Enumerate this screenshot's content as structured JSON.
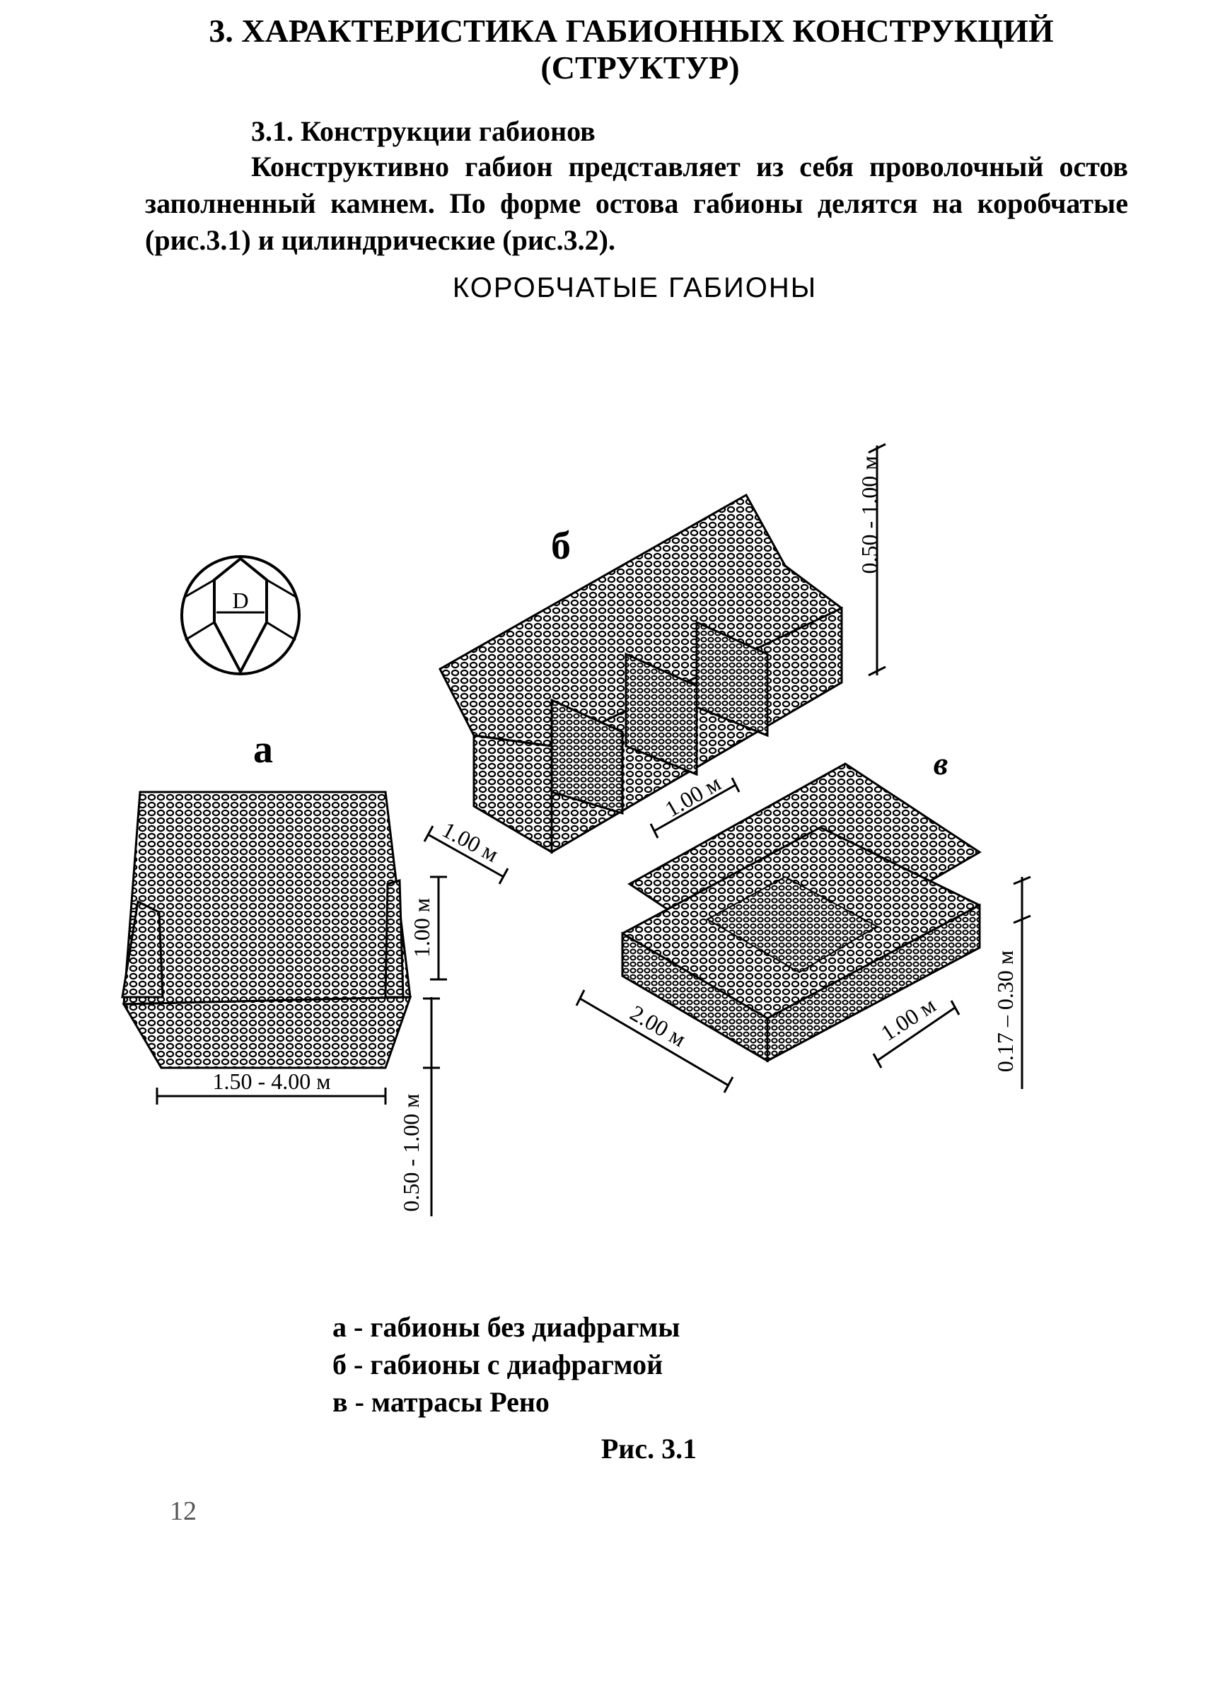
{
  "heading": {
    "line1": "3. ХАРАКТЕРИСТИКА ГАБИОННЫХ КОНСТРУКЦИЙ",
    "line2": "(СТРУКТУР)"
  },
  "subsection": "3.1. Конструкции габионов",
  "paragraph": "Конструктивно габион представляет из себя проволочный остов заполненный камнем. По форме остова габионы делятся на коробчатые (рис.3.1) и цилиндрические (рис.3.2).",
  "figure": {
    "title": "КОРОБЧАТЫЕ ГАБИОНЫ",
    "mesh_symbol": "D",
    "label_a": "а",
    "label_b": "б",
    "label_v": "в",
    "dims": {
      "a_width": "1.50 - 4.00 м",
      "a_depth": "1.00 м",
      "a_height": "0.50 - 1.00 м",
      "b_height": "0.50 - 1.00 м",
      "b_width": "1.00 м",
      "b_cell": "1.00 м",
      "v_length": "2.00 м",
      "v_cell": "1.00 м",
      "v_height": "0.17 – 0.30 м"
    }
  },
  "legend": [
    "а - габионы без диафрагмы",
    "б - габионы с диафрагмой",
    "в - матрасы Рено"
  ],
  "caption": "Рис. 3.1",
  "page_number": "12"
}
